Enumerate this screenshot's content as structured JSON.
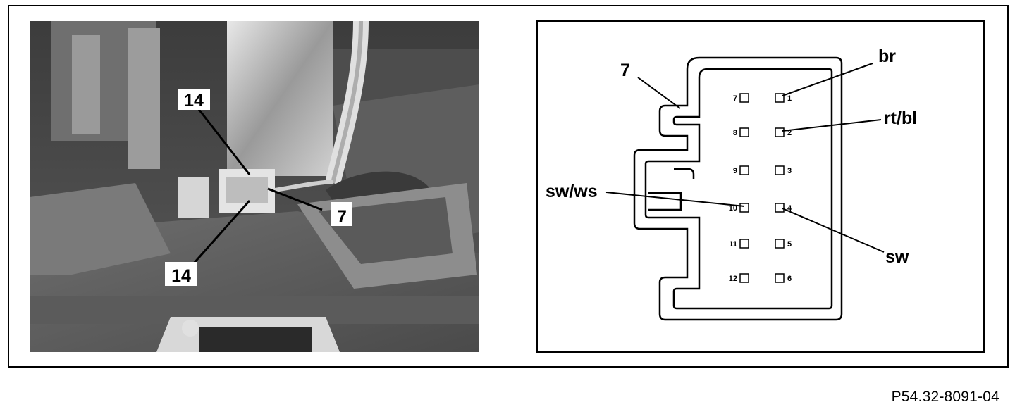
{
  "photo": {
    "labels": [
      "14",
      "7",
      "14"
    ]
  },
  "connector": {
    "housing_label": "7",
    "pins_left": [
      "7",
      "8",
      "9",
      "10",
      "11",
      "12"
    ],
    "pins_right": [
      "1",
      "2",
      "3",
      "4",
      "5",
      "6"
    ],
    "wires": [
      "br",
      "rt/bl",
      "sw/ws",
      "sw"
    ]
  },
  "figure_id": "P54.32-8091-04"
}
